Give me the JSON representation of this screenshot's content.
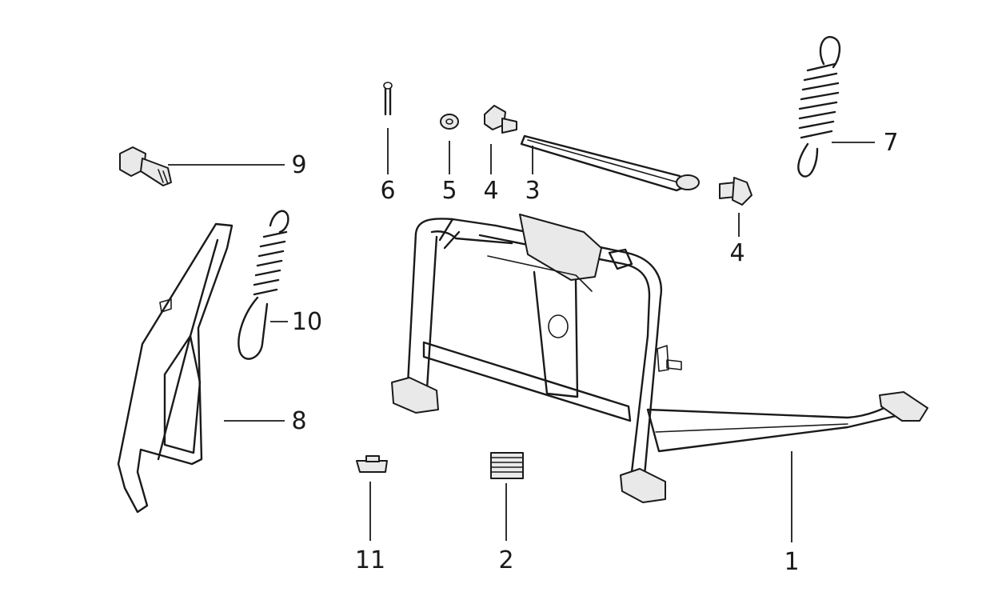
{
  "callouts": {
    "c1": "1",
    "c2": "2",
    "c3": "3",
    "c4a": "4",
    "c4b": "4",
    "c5": "5",
    "c6": "6",
    "c7": "7",
    "c8": "8",
    "c9": "9",
    "c10": "10",
    "c11": "11"
  },
  "colors": {
    "line": "#1a1a1a",
    "background": "#ffffff"
  }
}
